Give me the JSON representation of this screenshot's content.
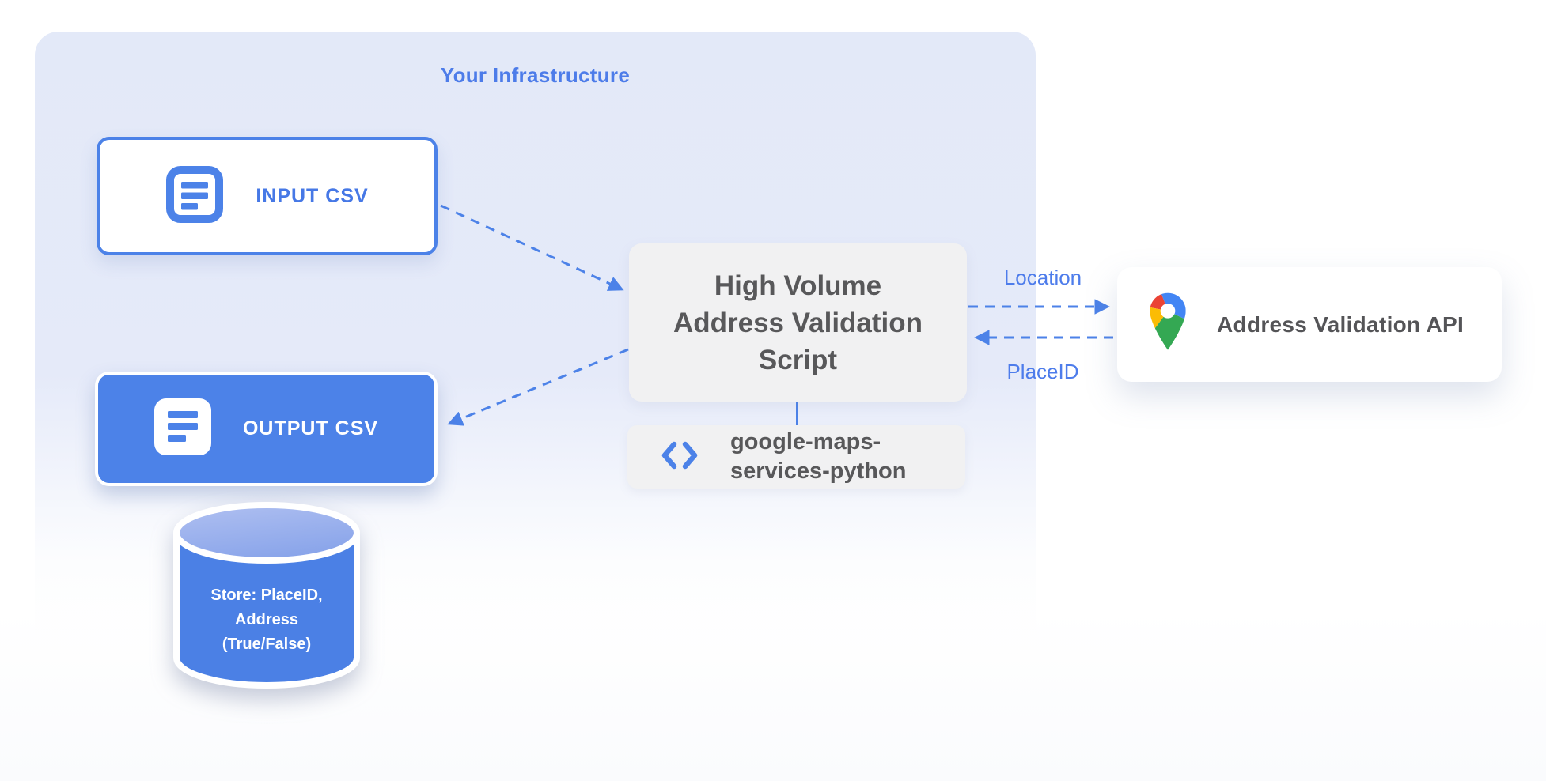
{
  "title": {
    "text": "Your Infrastructure"
  },
  "nodes": {
    "input_csv": {
      "label": "INPUT CSV",
      "icon": "document-lines-icon"
    },
    "output_csv": {
      "label": "OUTPUT CSV",
      "icon": "document-lines-icon"
    },
    "script": {
      "label": "High Volume\nAddress Validation\nScript"
    },
    "library": {
      "label": "google-maps-\nservices-python",
      "icon": "code-brackets-icon"
    },
    "datastore": {
      "label": "Store: PlaceID,\nAddress\n(True/False)",
      "shape": "database-cylinder"
    },
    "api": {
      "label": "Address Validation API",
      "icon": "google-maps-pin-icon"
    }
  },
  "edges": {
    "input_to_script": {
      "style": "dashed-arrow"
    },
    "script_to_output": {
      "style": "dashed-arrow"
    },
    "script_to_api": {
      "label": "Location",
      "style": "dashed-arrow"
    },
    "api_to_script": {
      "label": "PlaceID",
      "style": "dashed-arrow"
    },
    "script_to_library": {
      "style": "solid-line"
    }
  },
  "colors": {
    "accent_blue": "#4C82E8",
    "blue_text": "#4D7CE9",
    "gray_text": "#58585A",
    "container_fill": "#E4E9F8",
    "node_gray_fill": "#F1F1F2",
    "cylinder_top_fill": "#9DB2EE",
    "google_red": "#EA4335",
    "google_blue": "#4285F4",
    "google_yellow": "#FBBC04",
    "google_green": "#34A853"
  }
}
